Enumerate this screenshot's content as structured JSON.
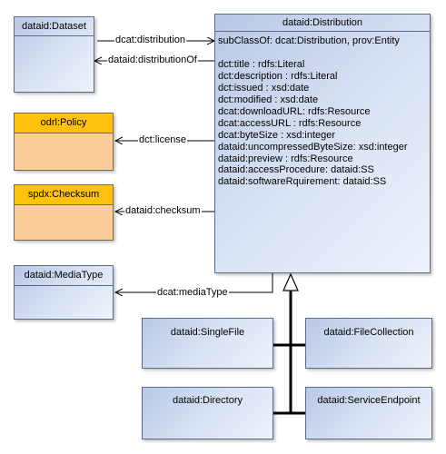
{
  "classes": {
    "dataset": "dataid:Dataset",
    "policy": "odrl:Policy",
    "checksum": "spdx:Checksum",
    "mediatype": "dataid:MediaType",
    "distribution": "dataid:Distribution",
    "singlefile": "dataid:SingleFile",
    "filecollection": "dataid:FileCollection",
    "directory": "dataid:Directory",
    "serviceendpoint": "dataid:ServiceEndpoint"
  },
  "distribution": {
    "subclass_of": "subClassOf: dcat:Distribution, prov:Entity",
    "attributes": [
      "dct:title : rdfs:Literal",
      "dct:description : rdfs:Literal",
      "dct:issued : xsd:date",
      "dct:modified : xsd:date",
      "dcat:downloadURL: rdfs:Resource",
      "dcat:accessURL : rdfs:Resource",
      "dcat:byteSize : xsd:integer",
      "dataid:uncompressedByteSize: xsd:integer",
      "dataid:preview : rdfs:Resource",
      "dataid:accessProcedure: dataid:SS",
      "dataid:softwareRquirement: dataid:SS"
    ]
  },
  "relations": {
    "distribution": "dcat:distribution",
    "distribution_of": "dataid:distributionOf",
    "license": "dct:license",
    "checksum": "dataid:checksum",
    "mediatype": "dcat:mediaType"
  },
  "colors": {
    "class_fill": "#c8d5ee",
    "class_border": "#5a6b86",
    "policy_header": "#ffc20e",
    "policy_body": "#fbcd9a",
    "line": "#000000"
  }
}
